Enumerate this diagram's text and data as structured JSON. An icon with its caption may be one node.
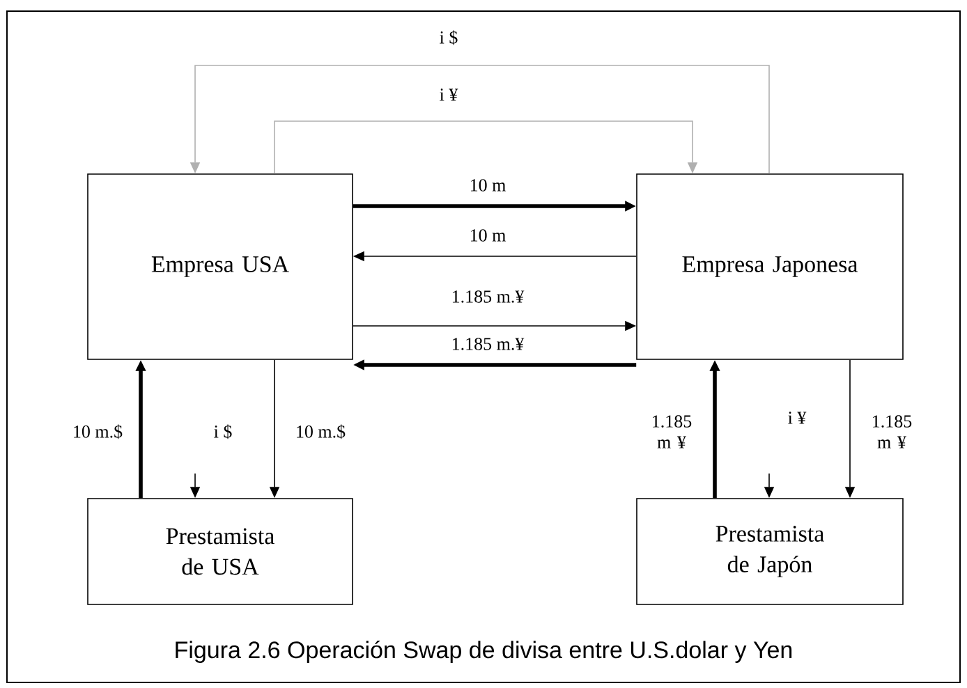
{
  "diagram": {
    "caption": "Figura 2.6 Operación Swap de divisa entre U.S.dolar y Yen",
    "nodes": [
      {
        "text": [
          "Empresa USA"
        ]
      },
      {
        "text": [
          "Empresa Japonesa"
        ]
      },
      {
        "text": [
          "Prestamista de USA"
        ]
      },
      {
        "text": [
          "Prestamista de Japón"
        ]
      }
    ],
    "edges": [
      {
        "from": 1,
        "to": 0,
        "arrow": "to",
        "label": "i $",
        "color": "#b0b0b0"
      },
      {
        "from": 0,
        "to": 1,
        "arrow": "to",
        "label": "i ¥",
        "color": "#b0b0b0"
      },
      {
        "from": 0,
        "to": 1,
        "arrow": "to",
        "label": "10 m",
        "style": "thick"
      },
      {
        "from": 1,
        "to": 0,
        "arrow": "to",
        "label": "10 m"
      },
      {
        "from": 0,
        "to": 1,
        "arrow": "to",
        "label": "1.185 m.¥"
      },
      {
        "from": 1,
        "to": 0,
        "arrow": "to",
        "label": "1.185 m.¥",
        "style": "thick"
      },
      {
        "from": 2,
        "to": 0,
        "arrow": "to",
        "label": "10 m.$",
        "style": "thick"
      },
      {
        "from": null,
        "to": 2,
        "arrow": "to",
        "label": "i $"
      },
      {
        "from": 0,
        "to": 2,
        "arrow": "to",
        "label": "10 m.$"
      },
      {
        "from": 3,
        "to": 1,
        "arrow": "to",
        "label": "1.185 m ¥",
        "style": "thick"
      },
      {
        "from": null,
        "to": 3,
        "arrow": "to",
        "label": "i ¥"
      },
      {
        "from": 1,
        "to": 3,
        "arrow": "to",
        "label": "1.185 m ¥"
      }
    ]
  }
}
